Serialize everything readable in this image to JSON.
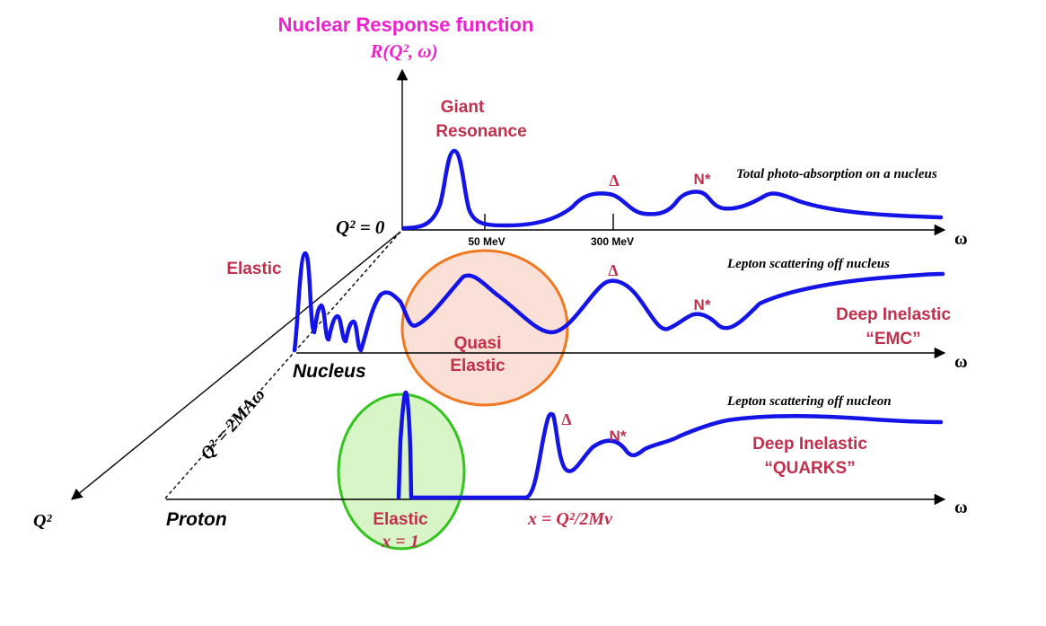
{
  "title": "Nuclear Response function",
  "title_formula": "R(Q², ω)",
  "axis_omega": "ω",
  "axis_q2": "Q²",
  "q2_zero": "Q² = 0",
  "diag_formula": "Q² = 2MAω",
  "tick_50": "50 MeV",
  "tick_300": "300 MeV",
  "giant_1": "Giant",
  "giant_2": "Resonance",
  "delta": "Δ",
  "nstar": "N*",
  "caption_top": "Total photo-absorption on a nucleus",
  "caption_mid": "Lepton scattering off nucleus",
  "caption_bot": "Lepton scattering off nucleon",
  "elastic": "Elastic",
  "quasi_1": "Quasi",
  "quasi_2": "Elastic",
  "nucleus": "Nucleus",
  "proton": "Proton",
  "dis_1": "Deep Inelastic",
  "dis_emc": "“EMC”",
  "dis_quarks": "“QUARKS”",
  "x_eq_1": "x = 1",
  "x_formula": "x = Q²/2Mν",
  "colors": {
    "curve": "#1414e6",
    "title": "#ee22cc",
    "label": "#c0304c",
    "quasi_fill": "#fbe0d8",
    "quasi_stroke": "#f07820",
    "elastic_fill": "#d8f5c8",
    "elastic_stroke": "#33c41f",
    "axis": "#000000"
  }
}
